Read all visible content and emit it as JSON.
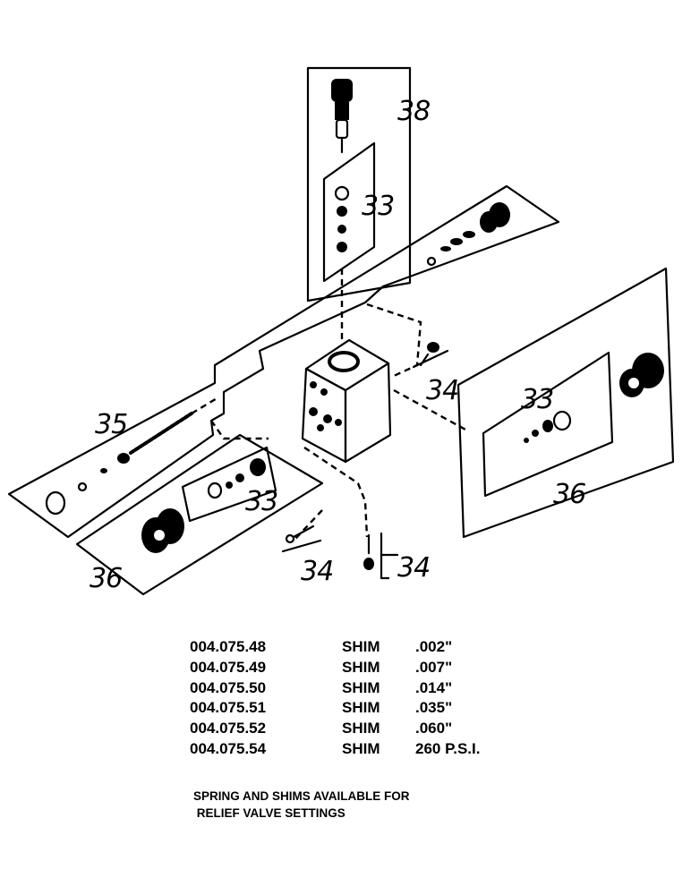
{
  "callouts": {
    "c38": "38",
    "c33_top": "33",
    "c34_upper": "34",
    "c35": "35",
    "c33_right": "33",
    "c36_right": "36",
    "c33_left": "33",
    "c36_left": "36",
    "c34_lower_left": "34",
    "c34_lower_right": "34"
  },
  "parts": [
    {
      "number": "004.075.48",
      "desc": "SHIM",
      "value": ".002\""
    },
    {
      "number": "004.075.49",
      "desc": "SHIM",
      "value": ".007\""
    },
    {
      "number": "004.075.50",
      "desc": "SHIM",
      "value": ".014\""
    },
    {
      "number": "004.075.51",
      "desc": "SHIM",
      "value": ".035\""
    },
    {
      "number": "004.075.52",
      "desc": "SHIM",
      "value": ".060\""
    },
    {
      "number": "004.075.54",
      "desc": "SHIM",
      "value": "260 P.S.I."
    }
  ],
  "note": {
    "line1": "SPRING AND SHIMS AVAILABLE FOR",
    "line2": " RELIEF VALVE SETTINGS"
  }
}
